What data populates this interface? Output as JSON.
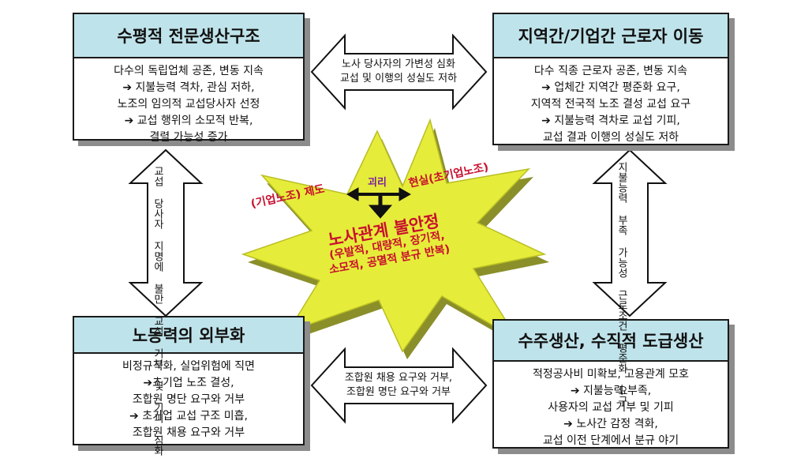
{
  "boxes": {
    "top_left": {
      "title": "수평적 전문생산구조",
      "lines": [
        "다수의 독립업체 공존, 변동 지속",
        "➔ 지불능력 격차, 관심 저하,",
        "노조의 임의적 교섭당사자 선정",
        "➔ 교섭 행위의 소모적 반복,",
        "결렬 가능성 증가"
      ]
    },
    "top_right": {
      "title": "지역간/기업간 근로자 이동",
      "lines": [
        "다수 직종 근로자 공존, 변동 지속",
        "➔ 업체간 지역간 평준화 요구,",
        "지역적 전국적 노조 결성 교섭 요구",
        "➔ 지불능력 격차로 교섭 기피,",
        "교섭 결과 이행의 성실도 저하"
      ]
    },
    "bottom_left": {
      "title": "노동력의 외부화",
      "lines": [
        "비정규직화, 실업위험에 직면",
        "➔초기업 노조 결성,",
        "조합원 명단 요구와 거부",
        "➔ 초기업 교섭 구조 미흡,",
        "조합원 채용 요구와 거부"
      ]
    },
    "bottom_right": {
      "title": "수주생산, 수직적 도급생산",
      "lines": [
        "적정공사비 미확보, 고용관계 모호",
        "➔ 지불능력 부족,",
        "사용자의 교섭 거부 및 기피",
        "➔ 노사간 감정 격화,",
        "교섭 이전 단계에서 분규 야기"
      ]
    }
  },
  "arrows": {
    "top": [
      "노사 당사자의 가변성 심화",
      "교섭 및 이행의 성실도 저하"
    ],
    "bottom": [
      "조합원 채용 요구와 거부,",
      "조합원 명단 요구와 거부"
    ],
    "left": [
      "교섭 당사자 지명에 불만",
      "교섭 거부 및 기피 심화"
    ],
    "right": [
      "지불능력 부족 가능성",
      "근로조건 평준화 요구"
    ]
  },
  "center": {
    "gap_label": "괴리",
    "left_label": "(기업노조) 제도",
    "right_label": "현실(초기업노조)",
    "title": "노사관계 불안정",
    "sub_lines": [
      "(우발적, 대량적, 장기적,",
      "소모적, 공멸적 분규 반복)"
    ]
  },
  "colors": {
    "header_fill": "#bfe3ea",
    "star_fill": "#e6ec3a",
    "star_text": "#c8102e",
    "gap_text": "#7a1fa0"
  }
}
